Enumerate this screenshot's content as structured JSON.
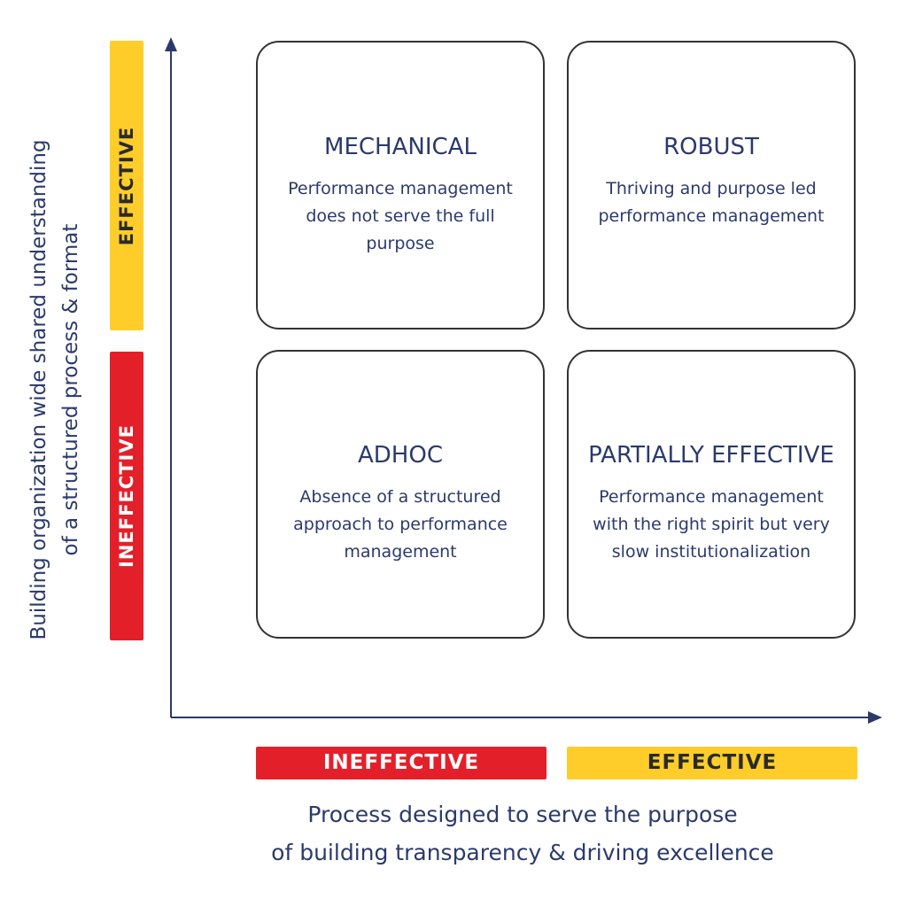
{
  "colors": {
    "effective": "#ffcd2a",
    "ineffective": "#e3202a",
    "axis": "#2b3a6b",
    "text": "#2b3a6b",
    "box_border": "#333333"
  },
  "y_axis": {
    "title_line1": "Building organization wide shared understanding",
    "title_line2": "of a structured process & format",
    "top_label": "EFFECTIVE",
    "bottom_label": "INEFFECTIVE"
  },
  "x_axis": {
    "title_line1": "Process designed to serve the purpose",
    "title_line2": "of building transparency & driving excellence",
    "left_label": "INEFFECTIVE",
    "right_label": "EFFECTIVE"
  },
  "quadrants": {
    "top_left": {
      "title": "MECHANICAL",
      "desc_lines": [
        "Performance management",
        "does not serve the full",
        "purpose"
      ]
    },
    "top_right": {
      "title": "ROBUST",
      "desc_lines": [
        "Thriving and purpose led",
        "performance management"
      ]
    },
    "bottom_left": {
      "title": "ADHOC",
      "desc_lines": [
        "Absence of a structured",
        "approach to performance",
        "management"
      ]
    },
    "bottom_right": {
      "title": "PARTIALLY EFFECTIVE",
      "desc_lines": [
        "Performance management",
        "with the right spirit but very",
        "slow institutionalization"
      ]
    }
  }
}
